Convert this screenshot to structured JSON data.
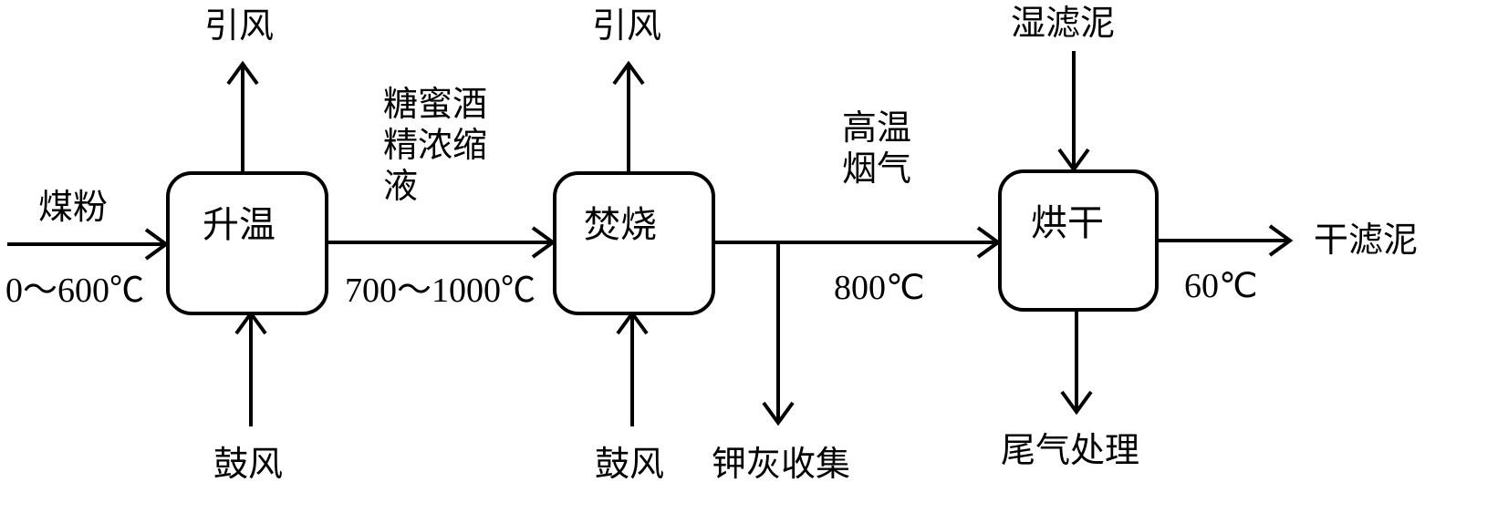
{
  "steps": {
    "heating": {
      "label": "升温"
    },
    "incineration": {
      "label": "焚烧"
    },
    "drying": {
      "label": "烘干"
    }
  },
  "inputs": {
    "coal_powder": "煤粉",
    "molasses_lines": [
      "糖蜜酒",
      "精浓缩",
      "液"
    ],
    "wet_sludge": "湿滤泥"
  },
  "blowers": {
    "blow_heating": "鼓风",
    "blow_incineration": "鼓风",
    "draft_heating": "引风",
    "draft_incineration": "引风"
  },
  "outputs": {
    "high_temp_flue_lines": [
      "高温",
      "烟气"
    ],
    "potash_ash": "钾灰收集",
    "tail_gas": "尾气处理",
    "dry_sludge": "干滤泥"
  },
  "temperatures": {
    "heating_range": "0～600℃",
    "incineration_range": "700～1000℃",
    "flue_gas": "800℃",
    "dried_output": "60℃"
  },
  "colors": {
    "stroke": "#000000",
    "background": "#ffffff"
  }
}
